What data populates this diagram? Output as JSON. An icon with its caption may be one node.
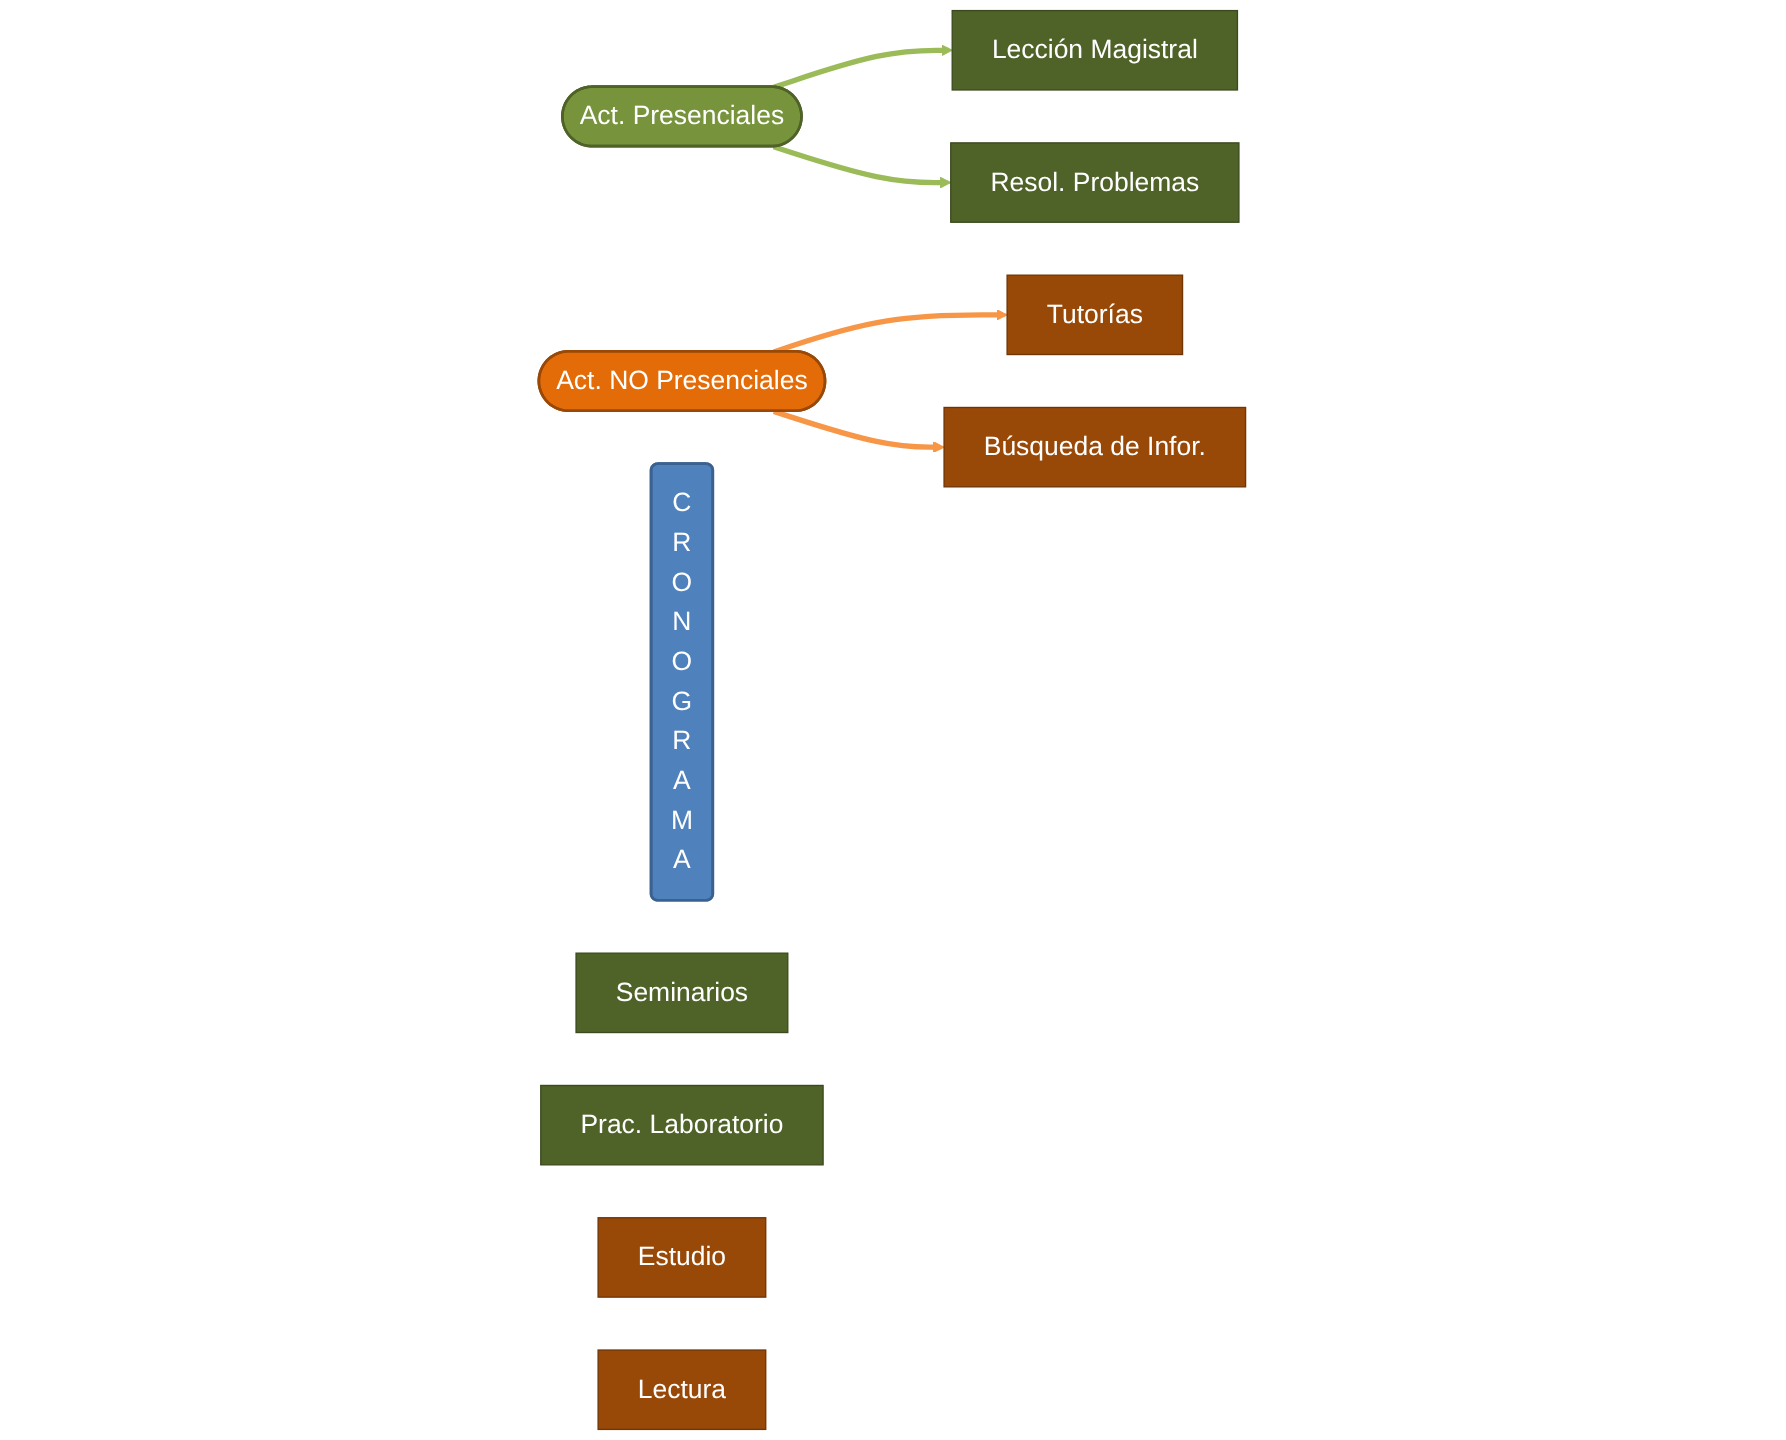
{
  "diagram": {
    "nodes": [
      {
        "text": [
          "C R O N O G R A M A"
        ]
      },
      {
        "text": [
          "Act. Presenciales"
        ]
      },
      {
        "text": [
          "Lección Magistral"
        ]
      },
      {
        "text": [
          "Seminarios"
        ]
      },
      {
        "text": [
          "Prac. Laboratorio"
        ]
      },
      {
        "text": [
          "Resol. Problemas"
        ]
      },
      {
        "text": [
          "Act. NO Presenciales"
        ]
      },
      {
        "text": [
          "Tutorías"
        ]
      },
      {
        "text": [
          "Estudio"
        ]
      },
      {
        "text": [
          "Lectura"
        ]
      },
      {
        "text": [
          "Búsqueda de Infor."
        ]
      }
    ],
    "edges": [
      {
        "from": 1,
        "to": 2,
        "arrow": "to",
        "color": "#9bbb59"
      },
      {
        "from": 1,
        "to": 5,
        "arrow": "to",
        "color": "#9bbb59"
      },
      {
        "from": 6,
        "to": 7,
        "arrow": "to",
        "color": "#f79646"
      },
      {
        "from": 6,
        "to": 10,
        "arrow": "to",
        "color": "#f79646"
      }
    ]
  }
}
